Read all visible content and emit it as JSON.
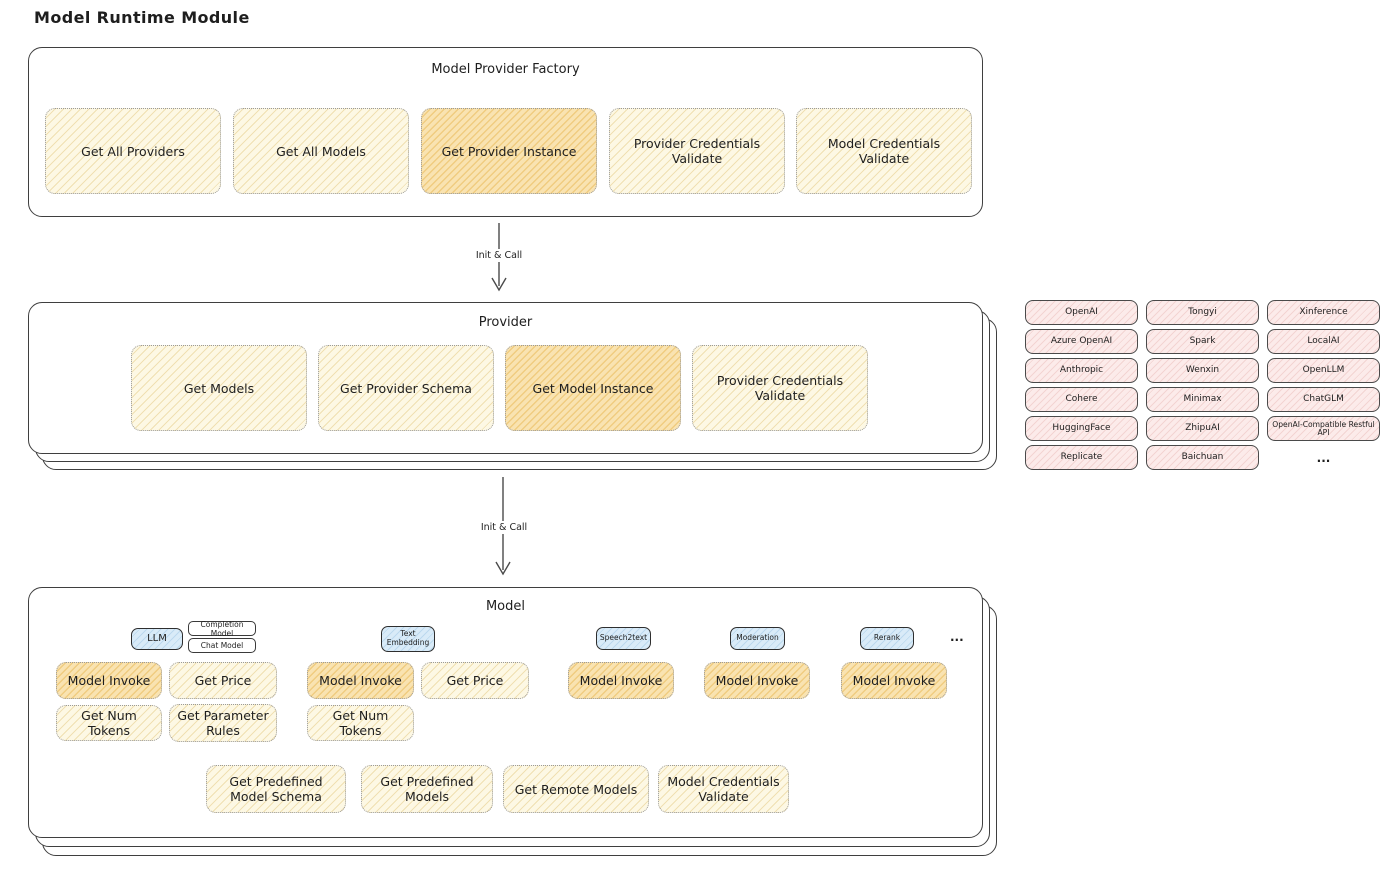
{
  "title": "Model Runtime Module",
  "arrows": {
    "label": "Init & Call"
  },
  "factory": {
    "title": "Model Provider Factory",
    "items": [
      {
        "label": "Get All Providers",
        "highlight": false
      },
      {
        "label": "Get All Models",
        "highlight": false
      },
      {
        "label": "Get Provider Instance",
        "highlight": true
      },
      {
        "label": "Provider Credentials Validate",
        "highlight": false
      },
      {
        "label": "Model Credentials Validate",
        "highlight": false
      }
    ]
  },
  "provider": {
    "title": "Provider",
    "items": [
      {
        "label": "Get Models",
        "highlight": false
      },
      {
        "label": "Get Provider Schema",
        "highlight": false
      },
      {
        "label": "Get Model Instance",
        "highlight": true
      },
      {
        "label": "Provider Credentials Validate",
        "highlight": false
      }
    ]
  },
  "providers": {
    "items": [
      "OpenAI",
      "Tongyi",
      "Xinference",
      "Azure OpenAI",
      "Spark",
      "LocalAI",
      "Anthropic",
      "Wenxin",
      "OpenLLM",
      "Cohere",
      "Minimax",
      "ChatGLM",
      "HuggingFace",
      "ZhipuAI",
      "OpenAI-Compatible Restful API",
      "Replicate",
      "Baichuan"
    ],
    "ellipsis": "..."
  },
  "model": {
    "title": "Model",
    "tags": {
      "llm": "LLM",
      "completion_model": "Completion Model",
      "chat_model": "Chat Model",
      "text_embedding": "Text Embedding",
      "speech2text": "Speech2text",
      "moderation": "Moderation",
      "rerank": "Rerank"
    },
    "tags_ellipsis": "...",
    "functions": {
      "model_invoke": "Model Invoke",
      "get_price": "Get Price",
      "get_num_tokens": "Get Num Tokens",
      "get_parameter_rules": "Get Parameter Rules",
      "get_predefined_model_schema": "Get Predefined Model Schema",
      "get_predefined_models": "Get Predefined Models",
      "get_remote_models": "Get Remote Models",
      "model_credentials_validate": "Model Credentials Validate"
    }
  },
  "colors": {
    "cream": "#fdf8e4",
    "cream_line": "#f0e0b2",
    "orange": "#f9e3b1",
    "orange_line": "#f0cc80",
    "pink": "#fcebea",
    "pink_line": "#f3d4d2",
    "blue": "#d9ebf8",
    "blue_line": "#bcd9ee",
    "ink": "#1e1e1e",
    "border": "#9a9a9a"
  }
}
